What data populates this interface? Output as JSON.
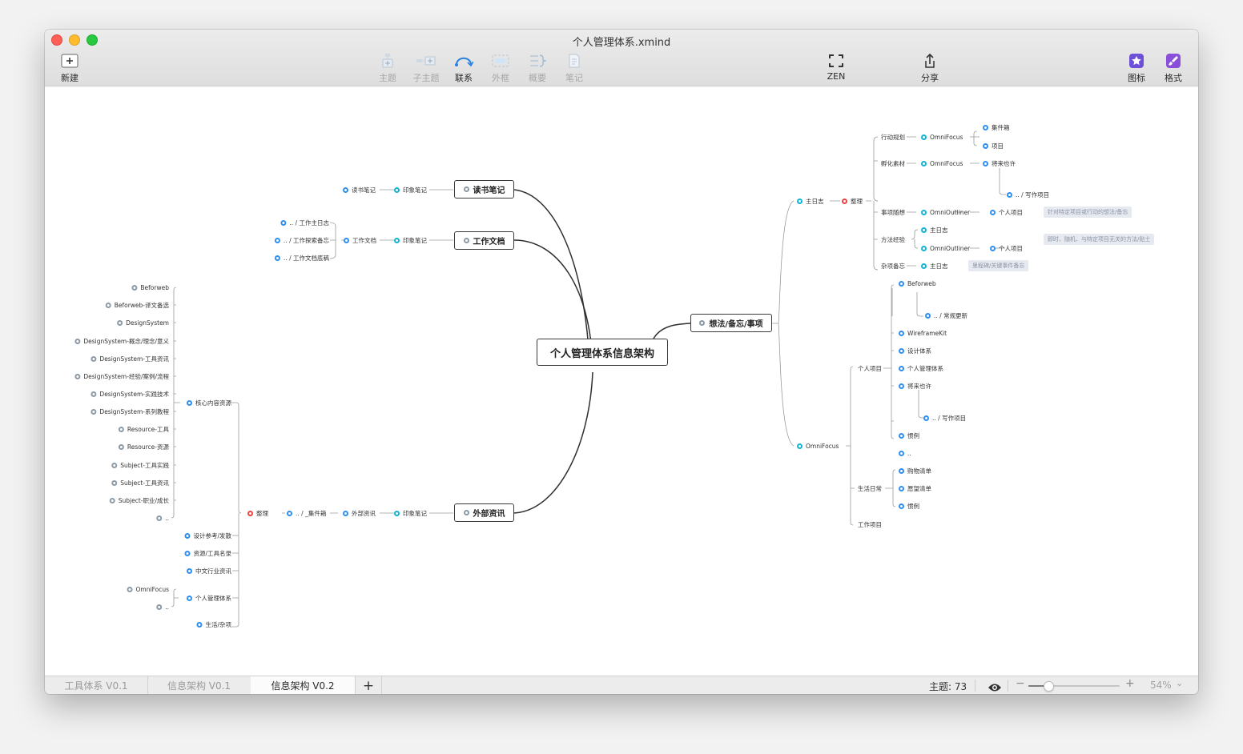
{
  "window": {
    "title": "个人管理体系.xmind"
  },
  "toolbar": {
    "new": "新建",
    "topic": "主题",
    "subtopic": "子主题",
    "relationship": "联系",
    "boundary": "外框",
    "summary": "概要",
    "notes": "笔记",
    "zen": "ZEN",
    "share": "分享",
    "icon": "图标",
    "format": "格式"
  },
  "map": {
    "central": "个人管理体系信息架构",
    "left_main": {
      "reading": "读书笔记",
      "work_docs": "工作文档",
      "external": "外部资讯"
    },
    "reading": {
      "evernote": "印象笔记",
      "notebook": "读书笔记"
    },
    "work": {
      "evernote": "印象笔记",
      "docs": "工作文档",
      "items": [
        ".. / 工作主日志",
        ".. / 工作探索备忘",
        ".. / 工作文档底稿"
      ]
    },
    "external": {
      "evernote": "印象笔记",
      "info": "外部资讯",
      "inbox": ".. / _集件箱",
      "organize": "整理"
    },
    "organize_children": [
      "核心内容资源",
      "设计参考/发散",
      "资源/工具名录",
      "中文行业资讯",
      "个人管理体系",
      "生活/杂项"
    ],
    "core_resources": [
      "Beforweb",
      "Beforweb-译文备选",
      "DesignSystem",
      "DesignSystem-概念/理念/意义",
      "DesignSystem-工具资讯",
      "DesignSystem-经验/案例/流程",
      "DesignSystem-实践技术",
      "DesignSystem-系列教程",
      "Resource-工具",
      "Resource-资源",
      "Subject-工具实践",
      "Subject-工具资讯",
      "Subject-职业/成长",
      ".."
    ],
    "pm_sub": [
      "OmniFocus",
      ".."
    ],
    "right_main": "想法/备忘/事项",
    "right_top": {
      "main_log": "主日志",
      "organize": "整理",
      "action_planning": "行动规划",
      "incubation": "孵化素材",
      "matters": "事项随想",
      "methods": "方法经验",
      "misc": "杂项备忘",
      "omnifocus": "OmniFocus",
      "inbox": "集件箱",
      "project": "项目",
      "someday": "将来也许",
      "writing": ".. / 写作项目",
      "omnioutliner": "OmniOutliner",
      "personal_project": "个人项目",
      "main_log2": "主日志",
      "note1": "针对特定项目或行动的想法/备忘",
      "note2": "即时、随机、与特定项目无关的方法/贴士",
      "note3": "里程碑/关键事件备忘"
    },
    "right_bottom": {
      "omnifocus": "OmniFocus",
      "personal_projects": "个人项目",
      "daily_life": "生活日常",
      "work_projects": "工作项目",
      "pp_items": [
        "Beforweb",
        "WireframeKit",
        "设计体系",
        "个人管理体系",
        "将来也许",
        "惯例",
        ".."
      ],
      "regular_update": ".. / 常规更新",
      "writing": ".. / 写作项目",
      "life_items": [
        "购物清单",
        "愿望清单",
        "惯例"
      ]
    }
  },
  "statusbar": {
    "tabs": [
      "工具体系 V0.1",
      "信息架构 V0.1",
      "信息架构 V0.2"
    ],
    "add": "+",
    "topic_count": "主题: 73",
    "zoom": "54%",
    "zoom_fraction": 0.22
  }
}
